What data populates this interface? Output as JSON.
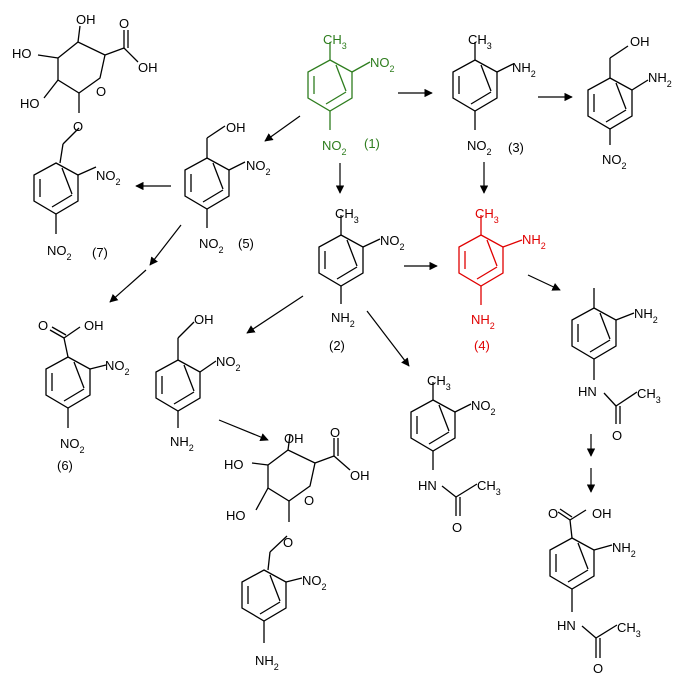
{
  "colors": {
    "default": "#000000",
    "compound_1": "#2e7d1e",
    "compound_4": "#e00000"
  },
  "labels": {
    "cmpd_1": "(1)",
    "cmpd_2": "(2)",
    "cmpd_3": "(3)",
    "cmpd_4": "(4)",
    "cmpd_5": "(5)",
    "cmpd_6": "(6)",
    "cmpd_7": "(7)"
  },
  "groups": {
    "ch3": "CH3",
    "no2": "NO2",
    "nh2": "NH2",
    "oh": "OH",
    "ho": "HO",
    "o": "O",
    "hn": "HN"
  }
}
